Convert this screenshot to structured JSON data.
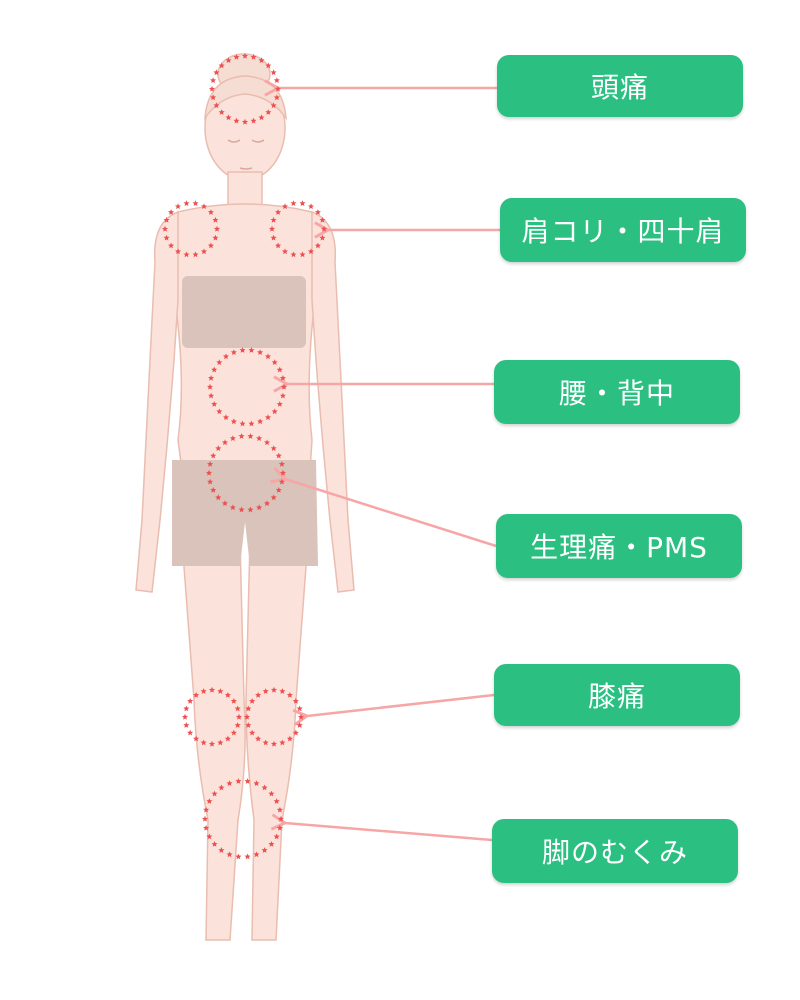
{
  "labels": [
    {
      "id": "headache",
      "text": "頭痛"
    },
    {
      "id": "shoulder",
      "text": "肩コリ・四十肩"
    },
    {
      "id": "back",
      "text": "腰・背中"
    },
    {
      "id": "menstrual",
      "text": "生理痛・PMS"
    },
    {
      "id": "knee",
      "text": "膝痛"
    },
    {
      "id": "leg",
      "text": "脚のむくみ"
    }
  ],
  "colors": {
    "label_bg": "#2bbf82",
    "label_text": "#ffffff",
    "arrow": "#f7a6a6",
    "marker": "#ee4f4f",
    "skin": "#fbe3dc",
    "skin_line": "#e9bdb0",
    "hair": "#f6ddd4",
    "clothing": "#d9c3bb"
  },
  "icons": [
    "star-circle-marker-icon",
    "arrow-icon"
  ]
}
